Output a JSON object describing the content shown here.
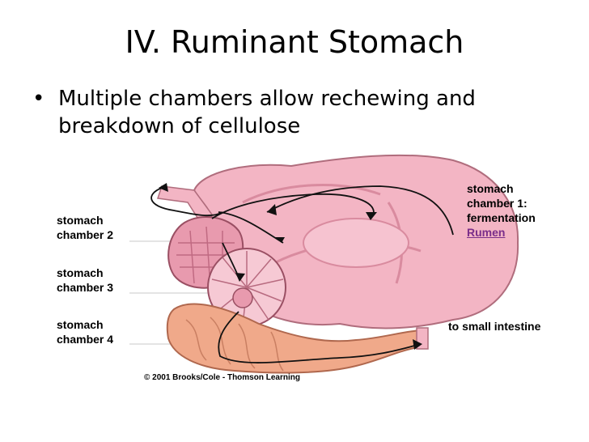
{
  "slide": {
    "title": "IV. Ruminant Stomach",
    "bullet_symbol": "•",
    "bullet_text": "Multiple chambers allow rechewing and breakdown of cellulose"
  },
  "labels": {
    "chamber1_line1": "stomach",
    "chamber1_line2": "chamber 1:",
    "chamber1_line3": "fermentation",
    "chamber1_link": "Rumen",
    "chamber2_line1": "stomach",
    "chamber2_line2": "chamber 2",
    "chamber3_line1": "stomach",
    "chamber3_line2": "chamber 3",
    "chamber4_line1": "stomach",
    "chamber4_line2": "chamber 4",
    "intestine": "to small intestine"
  },
  "copyright": "© 2001 Brooks/Cole - Thomson Learning"
}
